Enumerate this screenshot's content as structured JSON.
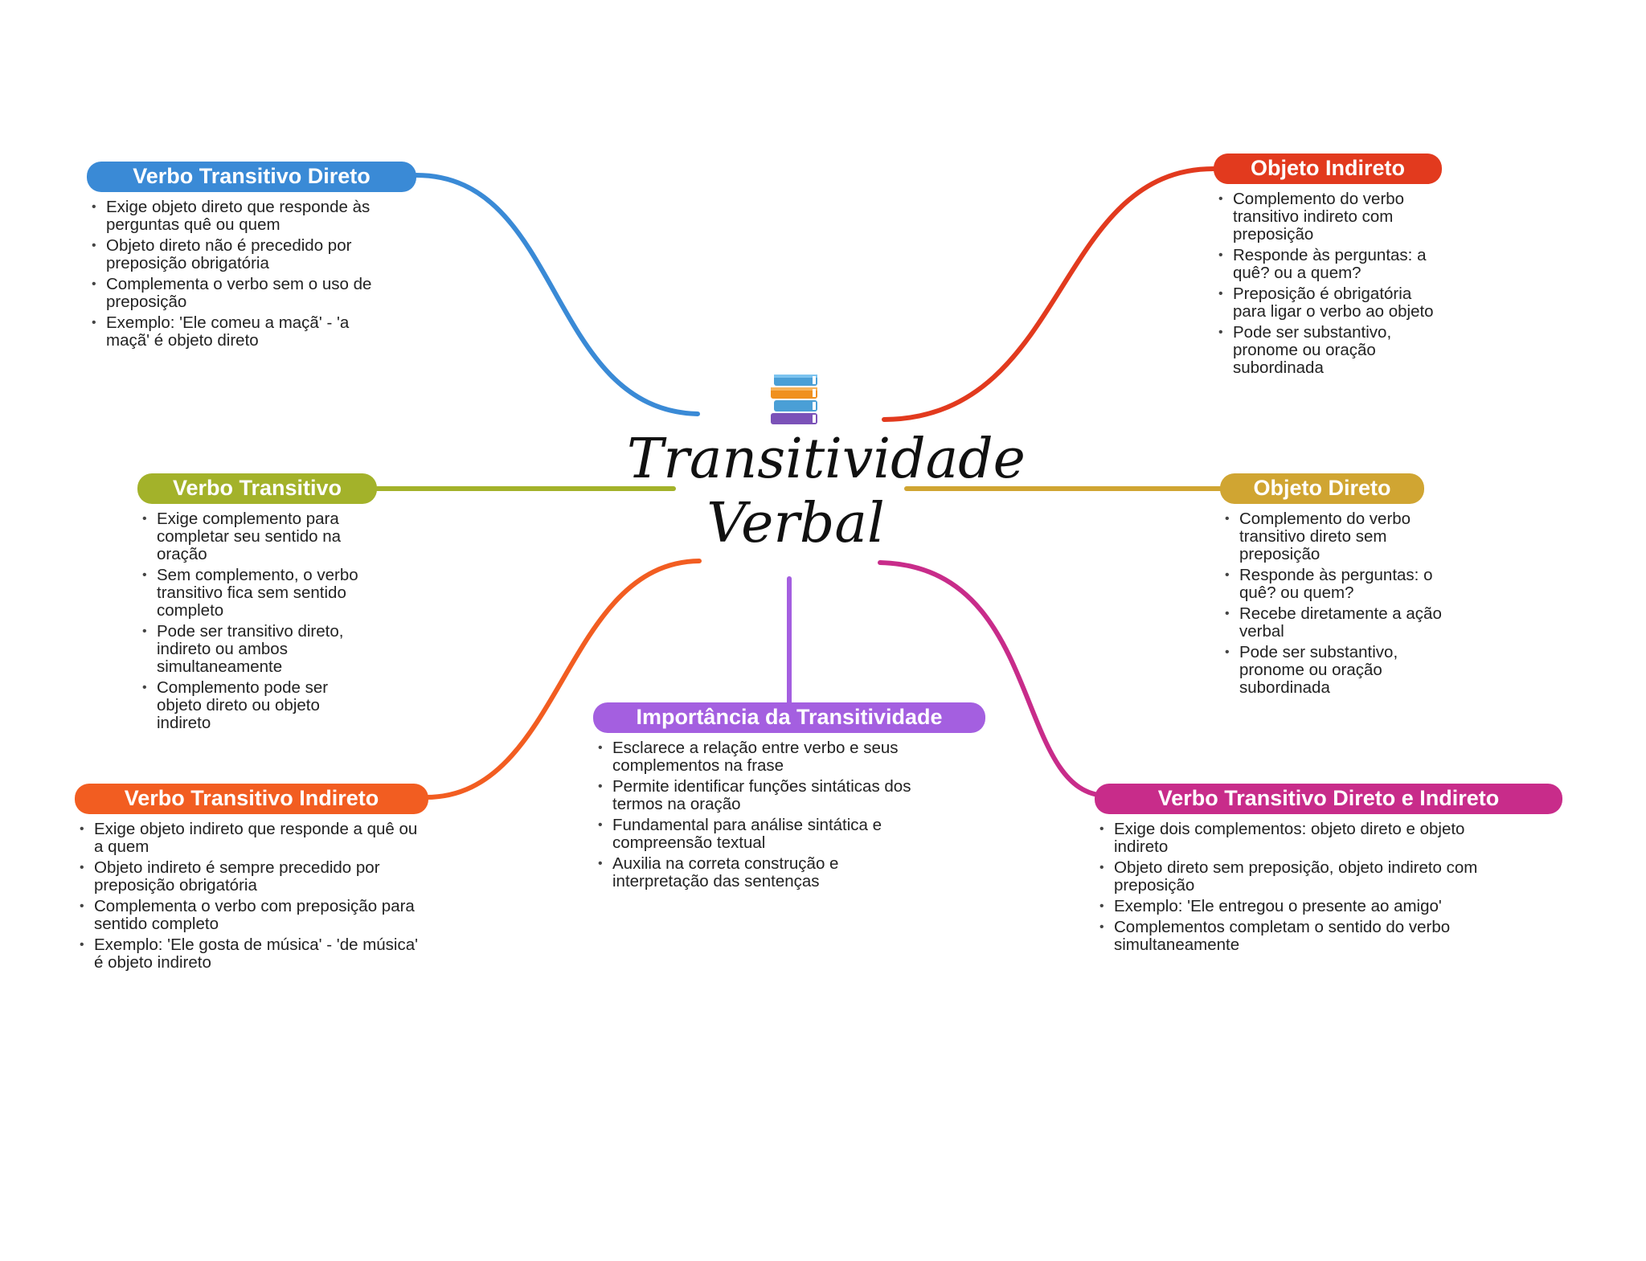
{
  "central": {
    "title_line1": "Transitividade",
    "title_line2": "Verbal",
    "icon": "books-icon"
  },
  "colors": {
    "verbo_transitivo_direto": "#3a8ad6",
    "objeto_indireto": "#e23a1e",
    "verbo_transitivo": "#a3b22a",
    "objeto_direto": "#d0a532",
    "verbo_transitivo_indireto": "#f25d21",
    "importancia": "#a45fe0",
    "verbo_transitivo_direto_indireto": "#c82c8a"
  },
  "branches": {
    "verbo_transitivo_direto": {
      "title": "Verbo Transitivo Direto",
      "points": [
        "Exige objeto direto que responde às perguntas quê ou quem",
        "Objeto direto não é precedido por preposição obrigatória",
        "Complementa o verbo sem o uso de preposição",
        "Exemplo: 'Ele comeu a maçã' - 'a maçã' é objeto direto"
      ]
    },
    "objeto_indireto": {
      "title": "Objeto Indireto",
      "points": [
        "Complemento do verbo transitivo indireto com preposição",
        "Responde às perguntas: a quê? ou a quem?",
        "Preposição é obrigatória para ligar o verbo ao objeto",
        "Pode ser substantivo, pronome ou oração subordinada"
      ]
    },
    "verbo_transitivo": {
      "title": "Verbo Transitivo",
      "points": [
        "Exige complemento para completar seu sentido na oração",
        "Sem complemento, o verbo transitivo fica sem sentido completo",
        "Pode ser transitivo direto, indireto ou ambos simultaneamente",
        "Complemento pode ser objeto direto ou objeto indireto"
      ]
    },
    "objeto_direto": {
      "title": "Objeto Direto",
      "points": [
        "Complemento do verbo transitivo direto sem preposição",
        "Responde às perguntas: o quê? ou quem?",
        "Recebe diretamente a ação verbal",
        "Pode ser substantivo, pronome ou oração subordinada"
      ]
    },
    "verbo_transitivo_indireto": {
      "title": "Verbo Transitivo Indireto",
      "points": [
        "Exige objeto indireto que responde a quê ou a quem",
        "Objeto indireto é sempre precedido por preposição obrigatória",
        "Complementa o verbo com preposição para sentido completo",
        "Exemplo: 'Ele gosta de música' - 'de música' é objeto indireto"
      ]
    },
    "importancia": {
      "title": "Importância da Transitividade",
      "points": [
        "Esclarece a relação entre verbo e seus complementos na frase",
        "Permite identificar funções sintáticas dos termos na oração",
        "Fundamental para análise sintática e compreensão textual",
        "Auxilia na correta construção e interpretação das sentenças"
      ]
    },
    "verbo_transitivo_direto_indireto": {
      "title": "Verbo Transitivo Direto e Indireto",
      "points": [
        "Exige dois complementos: objeto direto e objeto indireto",
        "Objeto direto sem preposição, objeto indireto com preposição",
        "Exemplo: 'Ele entregou o presente ao amigo'",
        "Complementos completam o sentido do verbo simultaneamente"
      ]
    }
  }
}
